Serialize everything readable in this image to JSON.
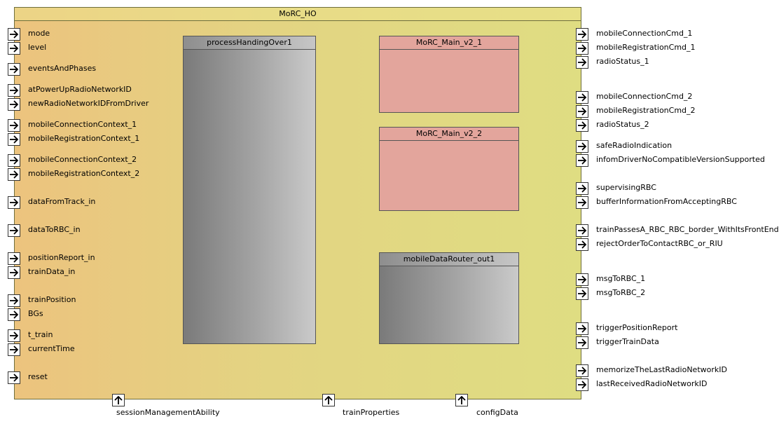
{
  "main_block": {
    "title": "MoRC_HO"
  },
  "sub_blocks": [
    {
      "title": "processHandingOver1",
      "style": "gray"
    },
    {
      "title": "MoRC_Main_v2_1",
      "style": "pink"
    },
    {
      "title": "MoRC_Main_v2_2",
      "style": "pink"
    },
    {
      "title": "mobileDataRouter_out1",
      "style": "gray"
    }
  ],
  "input_ports": [
    "mode",
    "level",
    "eventsAndPhases",
    "atPowerUpRadioNetworkID",
    "newRadioNetworkIDFromDriver",
    "mobileConnectionContext_1",
    "mobileRegistrationContext_1",
    "mobileConnectionContext_2",
    "mobileRegistrationContext_2",
    "dataFromTrack_in",
    "dataToRBC_in",
    "positionReport_in",
    "trainData_in",
    "trainPosition",
    "BGs",
    "t_train",
    "currentTime",
    "reset"
  ],
  "output_ports": [
    "mobileConnectionCmd_1",
    "mobileRegistrationCmd_1",
    "radioStatus_1",
    "mobileConnectionCmd_2",
    "mobileRegistrationCmd_2",
    "radioStatus_2",
    "safeRadioIndication",
    "infomDriverNoCompatibleVersionSupported",
    "supervisingRBC",
    "bufferInformationFromAcceptingRBC",
    "trainPassesA_RBC_RBC_border_WithItsFrontEnd",
    "rejectOrderToContactRBC_or_RIU",
    "msgToRBC_1",
    "msgToRBC_2",
    "triggerPositionReport",
    "triggerTrainData",
    "memorizeTheLastRadioNetworkID",
    "lastReceivedRadioNetworkID"
  ],
  "bottom_ports": [
    "sessionManagementAbility",
    "trainProperties",
    "configData"
  ],
  "colors": {
    "block_gradient_left": "#ecc37e",
    "block_gradient_right": "#dfdd82",
    "pink_block": "#e3a59c",
    "gray_block_dark": "#7a7a7a",
    "gray_block_light": "#cacaca"
  },
  "icons": {
    "in_port": "arrow-right-icon",
    "out_port": "arrow-right-icon",
    "bottom_port": "arrow-up-icon"
  }
}
